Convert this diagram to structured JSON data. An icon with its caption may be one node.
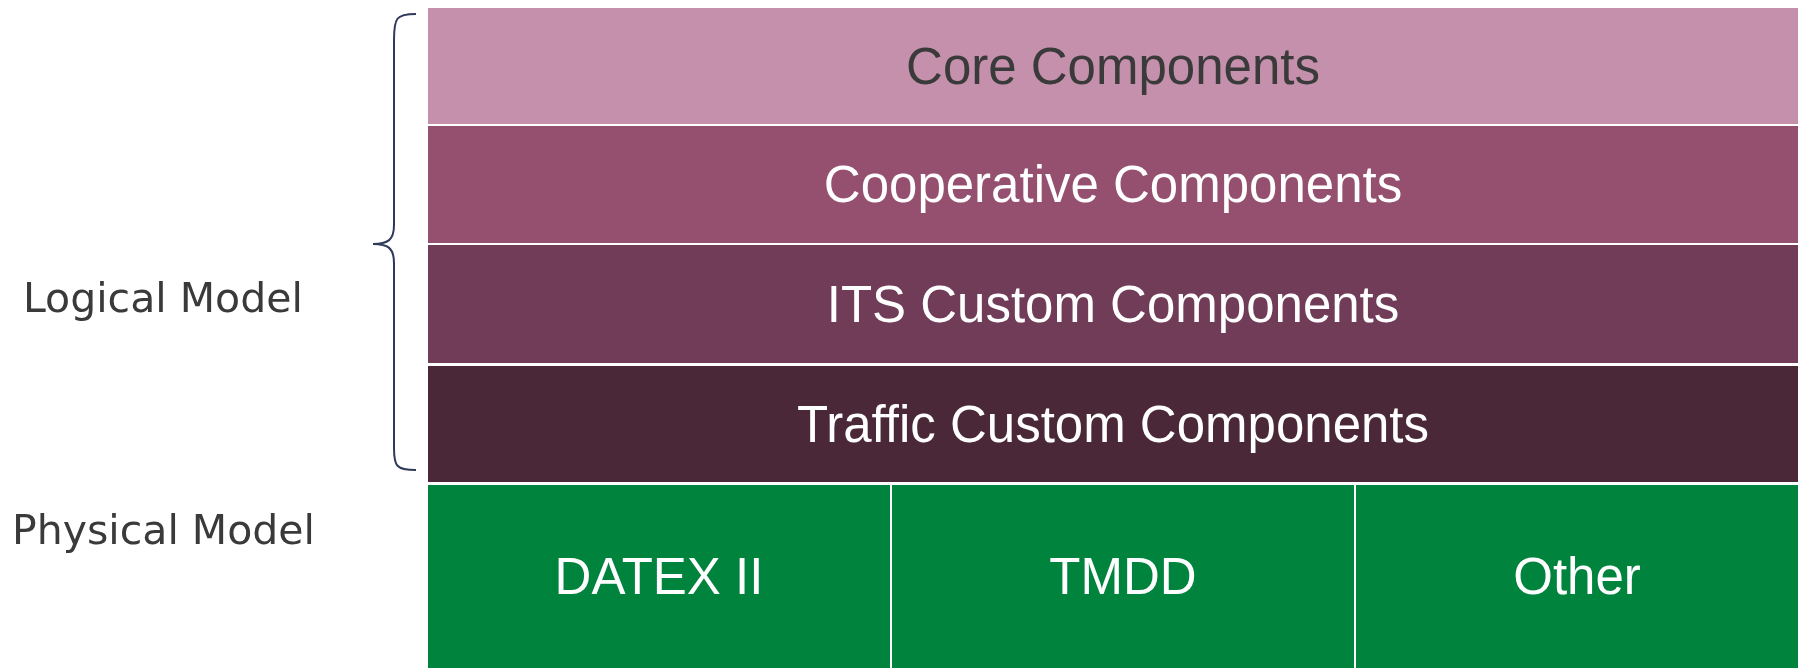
{
  "diagram": {
    "nodes": [
      {
        "text": [
          "Core Components"
        ]
      },
      {
        "text": [
          "Cooperative Components"
        ]
      },
      {
        "text": [
          "ITS Custom Components"
        ]
      },
      {
        "text": [
          "Traffic Custom Components"
        ]
      },
      {
        "text": [
          "DATEX II"
        ]
      },
      {
        "text": [
          "TMDD"
        ]
      },
      {
        "text": [
          "Other"
        ]
      }
    ],
    "labels": [
      "Logical Model",
      "Physical Model"
    ]
  }
}
